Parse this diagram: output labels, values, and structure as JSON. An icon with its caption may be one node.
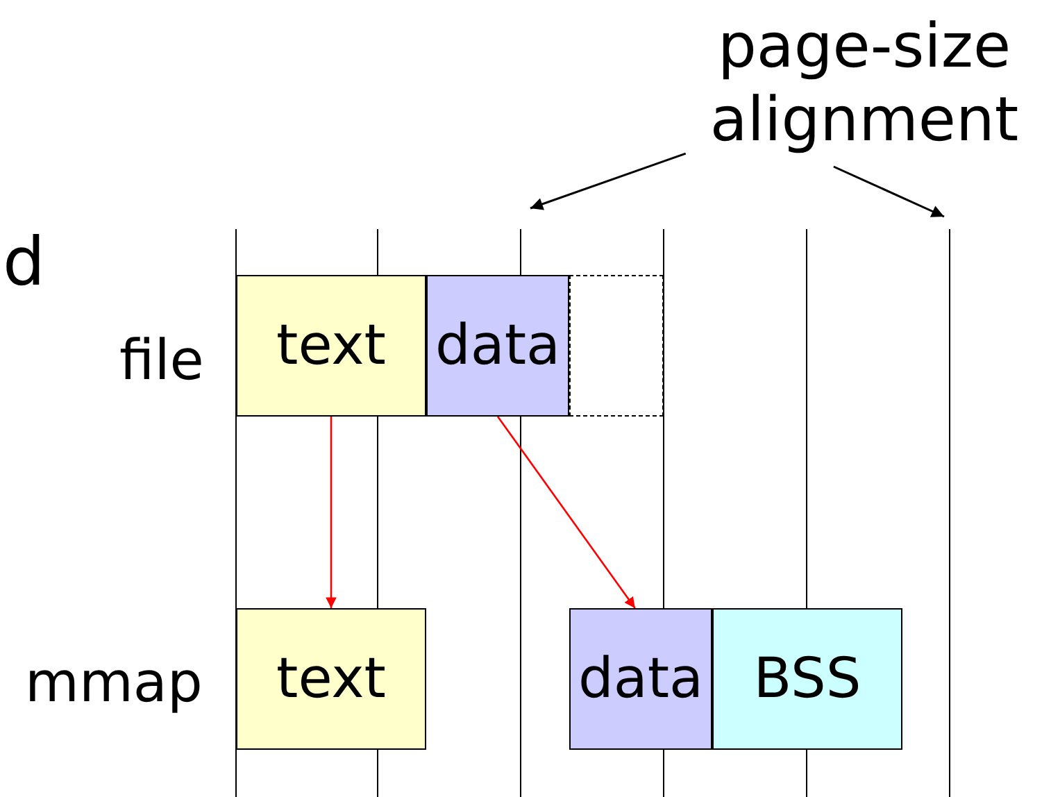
{
  "diagram": {
    "nodes": [
      {
        "text": [
          "text"
        ]
      },
      {
        "text": [
          "data"
        ]
      },
      {
        "text": [],
        "shape": "box"
      },
      {
        "text": [
          "text"
        ]
      },
      {
        "text": [
          "data"
        ]
      },
      {
        "text": [
          "BSS"
        ]
      },
      {
        "text": [
          "page-size alignment"
        ]
      }
    ],
    "edges": [
      {
        "from": 0,
        "to": 3,
        "arrow": "to",
        "color": "#ff0000"
      },
      {
        "from": 1,
        "to": 4,
        "arrow": "to",
        "color": "#ff0000"
      },
      {
        "from": 6,
        "to": null,
        "arrow": "to",
        "color": "#000000"
      },
      {
        "from": 6,
        "to": null,
        "arrow": "to",
        "color": "#000000"
      }
    ],
    "labels": [
      "d",
      "file",
      "mmap"
    ]
  }
}
